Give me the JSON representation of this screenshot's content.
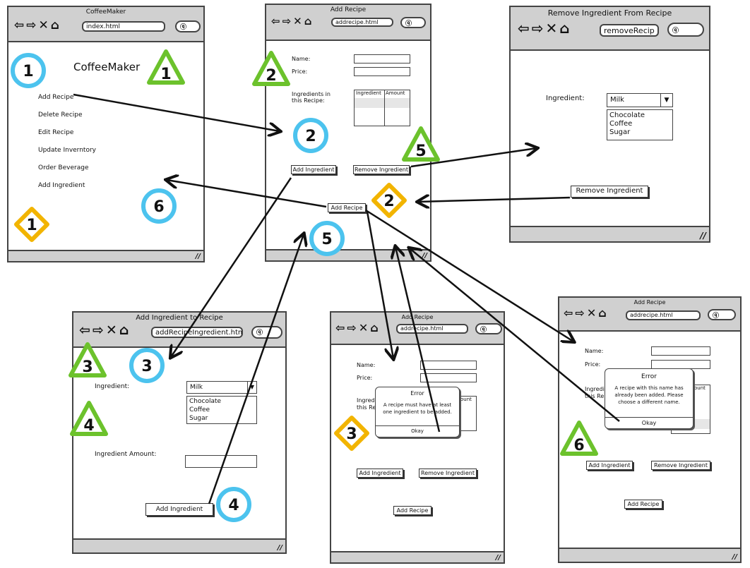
{
  "frames": {
    "index": {
      "title": "CoffeeMaker",
      "url": "index.html",
      "heading": "CoffeeMaker",
      "menu": [
        "Add Recipe",
        "Delete Recipe",
        "Edit Recipe",
        "Update Inverntory",
        "Order Beverage",
        "Add Ingredient"
      ]
    },
    "addrecipe": {
      "title": "Add Recipe",
      "url": "addrecipe.html",
      "name_label": "Name:",
      "price_label": "Price:",
      "ingredients_label": "Ingredients in this Recipe:",
      "col_ingredient": "Ingredient",
      "col_amount": "Amount",
      "add_ingredient_btn": "Add Ingredient",
      "remove_ingredient_btn": "Remove Ingredient",
      "add_recipe_btn": "Add Recipe"
    },
    "remove": {
      "title": "Remove Ingredient From Recipe",
      "url": "removeRecip",
      "ingredient_label": "Ingredient:",
      "selected": "Milk",
      "options": [
        "Chocolate",
        "Coffee",
        "Sugar"
      ],
      "button": "Remove Ingredient"
    },
    "addingredient": {
      "title": "Add Ingredient to Recipe",
      "url": "addRecipeIngredient.html",
      "ingredient_label": "Ingredient:",
      "selected": "Milk",
      "options": [
        "Chocolate",
        "Coffee",
        "Sugar"
      ],
      "amount_label": "Ingredient Amount:",
      "button": "Add Ingredient"
    },
    "error1": {
      "title": "Add Recipe",
      "url": "addrecipe.html",
      "name_label": "Name:",
      "price_label": "Price:",
      "ingredients_label": "Ingredi",
      "ingredients_label2": "this Re",
      "col_amount": "ount",
      "dialog_title": "Error",
      "dialog_text": "A recipe must have at least one ingredient to be added.",
      "okay": "Okay",
      "add_ingredient_btn": "Add Ingredient",
      "remove_ingredient_btn": "Remove Ingredient",
      "add_recipe_btn": "Add Recipe"
    },
    "error2": {
      "title": "Add Recipe",
      "url": "addrecipe.html",
      "name_label": "Name:",
      "price_label": "Price:",
      "ingredients_label": "Ingredie",
      "ingredients_label2": "this Re",
      "col_amount": "ount",
      "dialog_title": "Error",
      "dialog_text": "A recipe with this name has already been added. Please choose a different name.",
      "okay": "Okay",
      "add_ingredient_btn": "Add Ingredient",
      "remove_ingredient_btn": "Remove Ingredient",
      "add_recipe_btn": "Add Recipe"
    }
  },
  "markers": {
    "blue": [
      "1",
      "2",
      "3",
      "4",
      "5",
      "6"
    ],
    "green": [
      "1",
      "2",
      "3",
      "4",
      "5",
      "6"
    ],
    "orange": [
      "1",
      "2",
      "3"
    ]
  },
  "colors": {
    "blue": "#4cc3ee",
    "green": "#6cc22c",
    "orange": "#f2b400",
    "chrome": "#d0d0d0",
    "stroke": "#111111"
  },
  "icons": [
    "back-arrow-icon",
    "forward-arrow-icon",
    "stop-icon",
    "home-icon",
    "search-icon",
    "resize-grip-icon"
  ]
}
